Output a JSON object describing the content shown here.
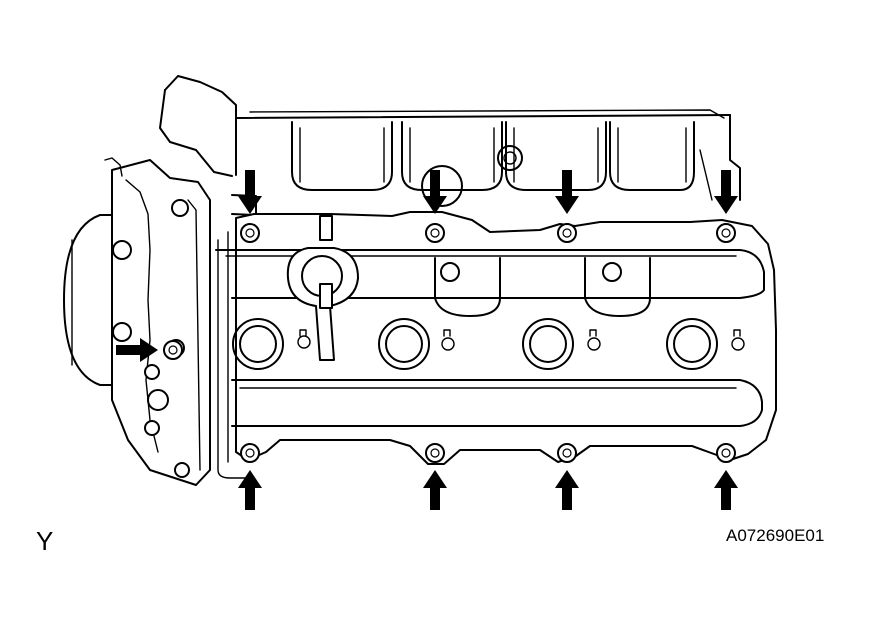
{
  "labels": {
    "view": "Y",
    "figure_code": "A072690E01"
  },
  "diagram": {
    "subject": "cylinder-head-cover-bolt-locations",
    "callout_arrows": 9,
    "colors": {
      "line": "#000000",
      "background": "#ffffff"
    }
  }
}
